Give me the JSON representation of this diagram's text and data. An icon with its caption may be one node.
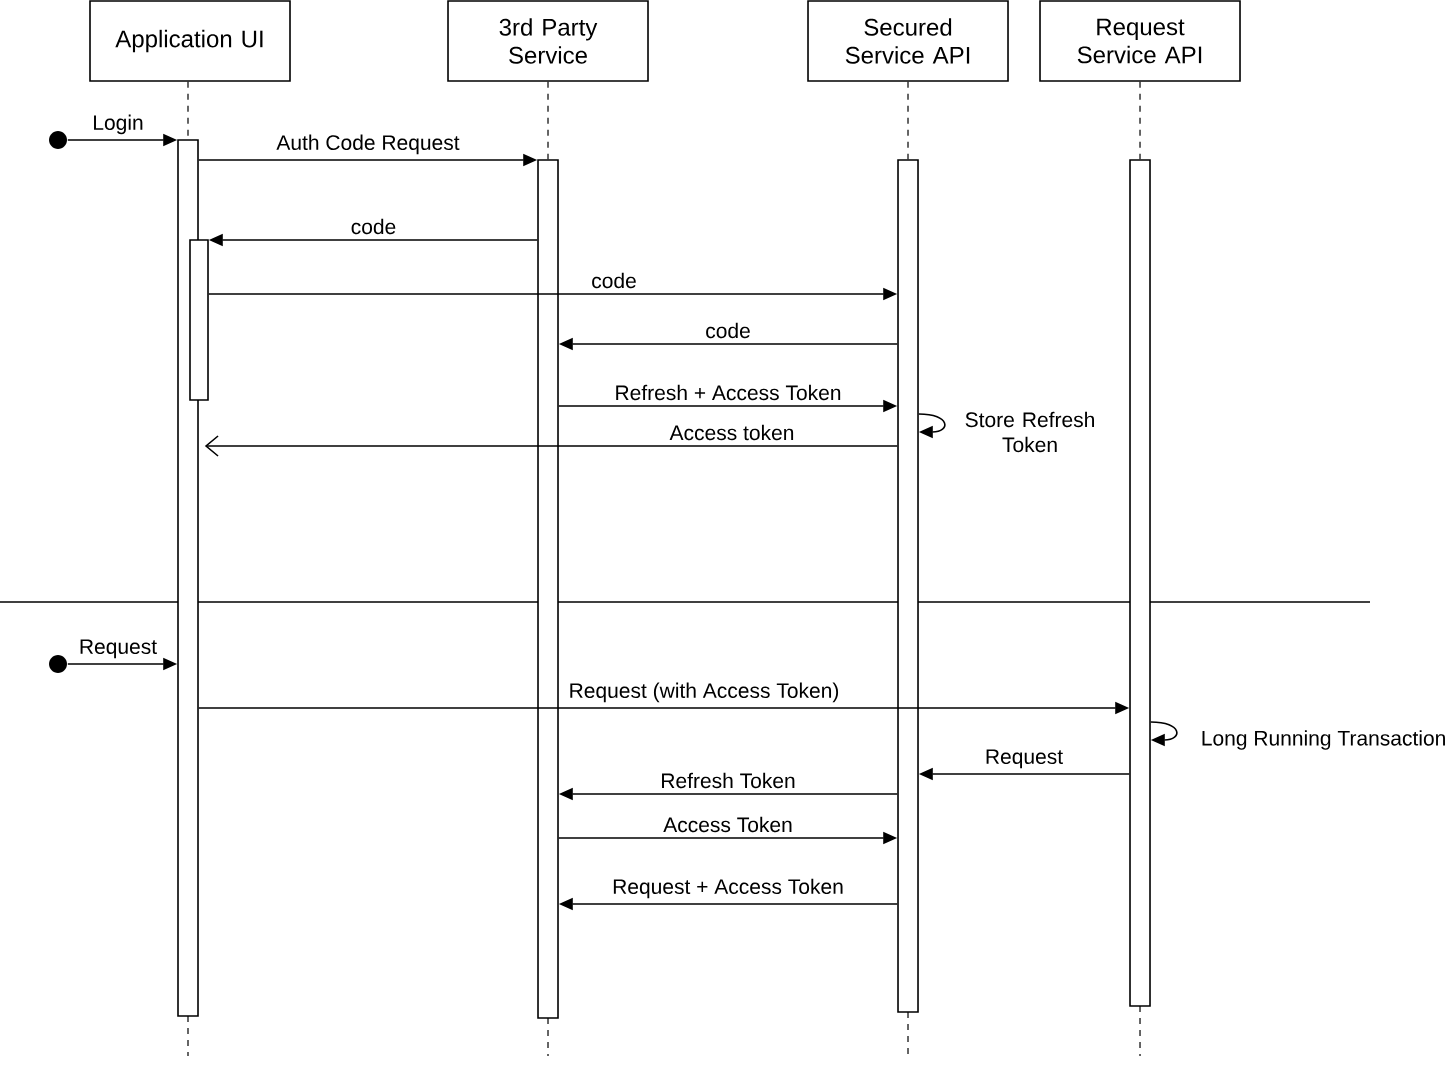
{
  "diagram": {
    "nodes": [
      {
        "text": [
          "Application UI"
        ]
      },
      {
        "text": [
          "3rd Party Service"
        ]
      },
      {
        "text": [
          "Secured Service API"
        ]
      },
      {
        "text": [
          "Request Service API"
        ]
      },
      {
        "text": [],
        "shape": "bar"
      },
      {
        "text": [],
        "shape": "bar"
      },
      {
        "text": [],
        "shape": "bar"
      },
      {
        "text": [],
        "shape": "bar"
      },
      {
        "text": [],
        "shape": "bar"
      },
      {
        "text": [],
        "shape": "circle"
      },
      {
        "text": [],
        "shape": "circle"
      }
    ],
    "edges": [
      {
        "from": 9,
        "to": 4,
        "arrow": "to",
        "label": "Login"
      },
      {
        "from": 4,
        "to": 6,
        "arrow": "to",
        "label": "Auth Code Request"
      },
      {
        "from": 6,
        "to": 5,
        "arrow": "to",
        "label": "code"
      },
      {
        "from": 5,
        "to": 7,
        "arrow": "to",
        "label": "code"
      },
      {
        "from": 7,
        "to": 6,
        "arrow": "to",
        "label": "code"
      },
      {
        "from": 6,
        "to": 7,
        "arrow": "to",
        "label": "Refresh + Access Token"
      },
      {
        "from": 7,
        "to": 4,
        "arrow": "to",
        "label": "Access token"
      },
      {
        "from": 7,
        "to": 7,
        "arrow": "to",
        "label": "Store Refresh Token"
      },
      {
        "from": 10,
        "to": 4,
        "arrow": "to",
        "label": "Request"
      },
      {
        "from": 4,
        "to": 8,
        "arrow": "to",
        "label": "Request (with Access Token)"
      },
      {
        "from": 8,
        "to": 8,
        "arrow": "to",
        "label": "Long Running Transaction"
      },
      {
        "from": 8,
        "to": 7,
        "arrow": "to",
        "label": "Request"
      },
      {
        "from": 7,
        "to": 6,
        "arrow": "to",
        "label": "Refresh Token"
      },
      {
        "from": 6,
        "to": 7,
        "arrow": "to",
        "label": "Access Token"
      },
      {
        "from": 7,
        "to": 6,
        "arrow": "to",
        "label": "Request + Access Token"
      },
      {
        "from": 0,
        "to": 4,
        "arrow": "none",
        "style": "dashed"
      },
      {
        "from": 1,
        "to": 6,
        "arrow": "none",
        "style": "dashed"
      },
      {
        "from": 2,
        "to": 7,
        "arrow": "none",
        "style": "dashed"
      },
      {
        "from": 3,
        "to": 8,
        "arrow": "none",
        "style": "dashed"
      }
    ]
  }
}
